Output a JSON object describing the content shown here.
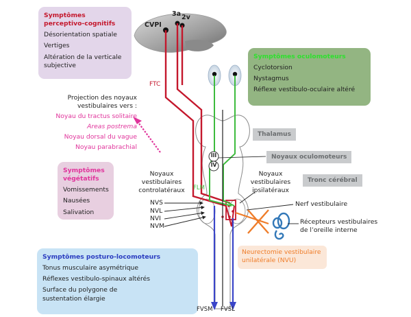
{
  "perceptivo": {
    "title_line1": "Symptômes",
    "title_line2": "perceptivo-cognitifs",
    "items": [
      "Désorientation spatiale",
      "Vertiges",
      "Altération de la verticale subjective"
    ]
  },
  "oculomoteurs": {
    "title": "Symptômes oculomoteurs",
    "items": [
      "Cyclotorsion",
      "Nystagmus",
      "Réflexe vestibulo-oculaire altéré"
    ]
  },
  "projection": {
    "heading_line1": "Projection des noyaux",
    "heading_line2": "vestibulaires vers :",
    "items": [
      "Noyau du tractus solitaire",
      "Areas postrema",
      "Noyau dorsal du vague",
      "Noyau parabrachial"
    ]
  },
  "vegetatifs": {
    "title_line1": "Symptômes",
    "title_line2": "végétatifs",
    "items": [
      "Vomissements",
      "Nausées",
      "Salivation"
    ]
  },
  "posturo": {
    "title": "Symptômes posturo-locomoteurs",
    "items": [
      "Tonus musculaire asymétrique",
      "Réflexes vestibulo-spinaux altérés",
      "Surface du polygone de sustentation élargie"
    ]
  },
  "labels": {
    "cvpi": "CVPI",
    "area_3a": "3a",
    "area_2v": "2v",
    "ftc": "FTC",
    "thalamus": "Thalamus",
    "noyaux_oculomoteurs": "Noyaux oculomoteurs",
    "tronc": "Tronc cérébral",
    "nerve_III": "III",
    "nerve_IV": "IV",
    "contra_line1": "Noyaux",
    "contra_line2": "vestibulaires",
    "contra_line3": "controlatéraux",
    "ipsi_line1": "Noyaux",
    "ipsi_line2": "vestibulaires",
    "ipsi_line3": "ipsilatéraux",
    "flm": "FLM",
    "nvs": "NVS",
    "nvl": "NVL",
    "nvi": "NVI",
    "nvm": "NVM",
    "nerf": "Nerf vestibulaire",
    "recepteurs_line1": "Récepteurs vestibulaires",
    "recepteurs_line2": "de l’oreille interne",
    "nvu_line1": "Neurectomie vestibulaire",
    "nvu_line2": "unilatérale (NVU)",
    "fvsm": "FVSM",
    "fvsl": "FVSL"
  },
  "colors": {
    "red_pathway": "#c4172c",
    "green_pathway": "#3dbb3d",
    "blue_pathway": "#3a45c8",
    "magenta_text": "#e0349b",
    "orange_cut": "#ef7d2a",
    "box_lilac": "#e3d6ea",
    "box_green": "#93b582",
    "box_pink": "#e8cfe0",
    "box_blue": "#c8e3f5",
    "box_nvu": "#fbe7d8"
  }
}
